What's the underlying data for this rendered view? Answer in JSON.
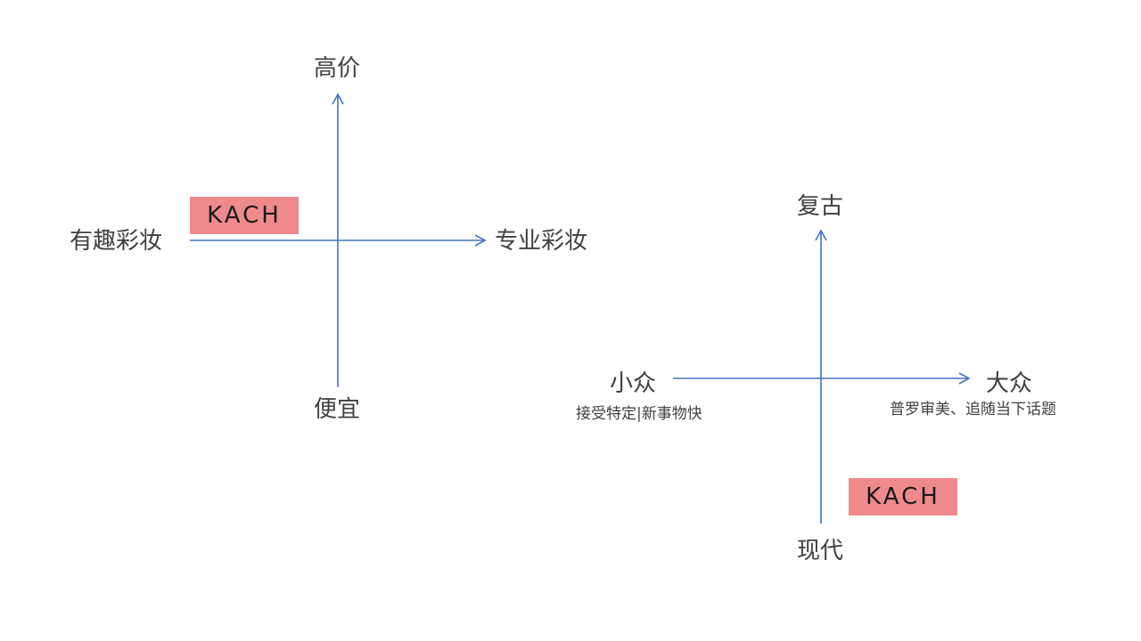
{
  "colors": {
    "axis": "#4472c4",
    "brand_bg": "#ef8a8c",
    "text": "#404040"
  },
  "chart_data": [
    {
      "type": "diagram",
      "title": "Positioning map 1",
      "axes": {
        "x": {
          "left": "有趣彩妆",
          "right": "专业彩妆"
        },
        "y": {
          "top": "高价",
          "bottom": "便宜"
        }
      },
      "points": [
        {
          "label": "KACH",
          "quadrant": "top-left (有趣彩妆, 高价)"
        }
      ]
    },
    {
      "type": "diagram",
      "title": "Positioning map 2",
      "axes": {
        "x": {
          "left": "小众",
          "left_note": "接受特定|新事物快",
          "right": "大众",
          "right_note": "普罗审美、追随当下话题"
        },
        "y": {
          "top": "复古",
          "bottom": "现代"
        }
      },
      "points": [
        {
          "label": "KACH",
          "quadrant": "bottom-right (大众, 现代)"
        }
      ]
    }
  ],
  "map1": {
    "top": "高价",
    "bottom": "便宜",
    "left": "有趣彩妆",
    "right": "专业彩妆",
    "brand": "KACH"
  },
  "map2": {
    "top": "复古",
    "bottom": "现代",
    "left": "小众",
    "left_note": "接受特定|新事物快",
    "right": "大众",
    "right_note": "普罗审美、追随当下话题",
    "brand": "KACH"
  }
}
